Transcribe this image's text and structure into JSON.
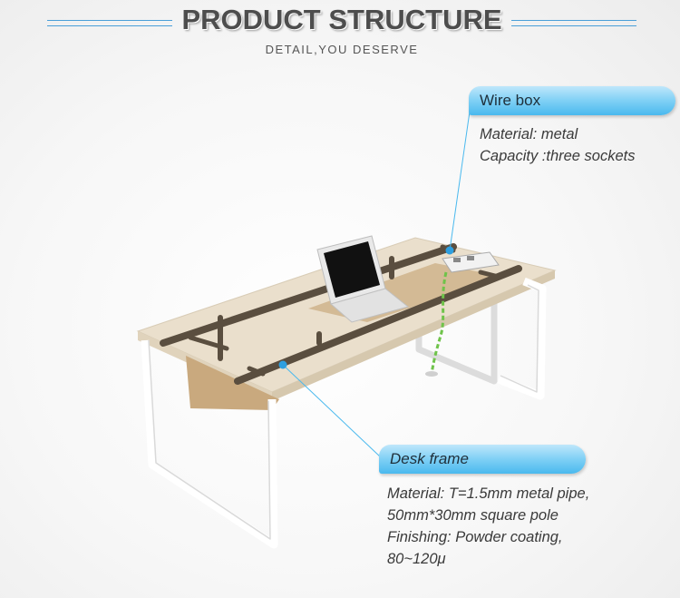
{
  "header": {
    "title": "PRODUCT STRUCTURE",
    "subtitle": "DETAIL,YOU  DESERVE"
  },
  "callouts": {
    "wire_box": {
      "label": "Wire box",
      "lines": [
        "Material: metal",
        "Capacity :three sockets"
      ]
    },
    "desk_frame": {
      "label": "Desk frame",
      "lines": [
        "Material: T=1.5mm metal pipe,",
        "50mm*30mm square pole",
        "Finishing: Powder coating,",
        "80~120μ"
      ]
    }
  },
  "colors": {
    "accent": "#4ab9ee",
    "line": "#4a9fd8",
    "frame": "#5a4e3f",
    "tabletop": "#eadfcc",
    "modesty_panel": "#c9a97e",
    "legs": "#ffffff",
    "cable": "#6fc34a"
  }
}
